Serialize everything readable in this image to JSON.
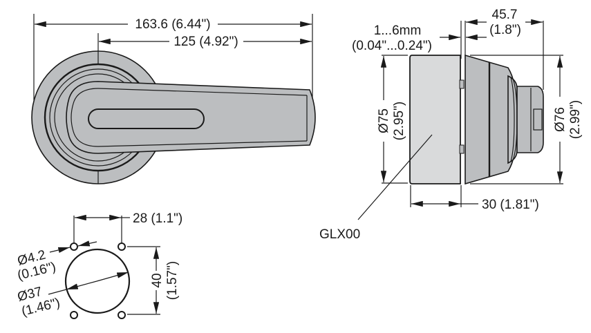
{
  "colors": {
    "background": "#ffffff",
    "line": "#1a1a1a",
    "part_fill": "#bcbec0",
    "part_fill_light": "#d9dadb"
  },
  "front_view": {
    "overall_length": "163.6 (6.44\")",
    "handle_length": "125 (4.92\")"
  },
  "side_view": {
    "gap": "1...6mm",
    "gap_inch": "(0.04\"...0.24\")",
    "depth": "45.7",
    "depth_inch": "(1.8\")",
    "left_diameter": "Ø75",
    "left_diameter_inch": "(2.95\")",
    "right_diameter": "Ø76",
    "right_diameter_inch": "(2.99\")",
    "body_depth": "30 (1.81\")",
    "part_label": "GLX00"
  },
  "cutout_view": {
    "hole_spacing_h": "28 (1.1\")",
    "hole_diameter": "Ø4.2",
    "hole_diameter_inch": "(0.16\")",
    "center_diameter": "Ø37",
    "center_diameter_inch": "(1.46\")",
    "hole_spacing_v": "40",
    "hole_spacing_v_inch": "(1.57\")"
  }
}
